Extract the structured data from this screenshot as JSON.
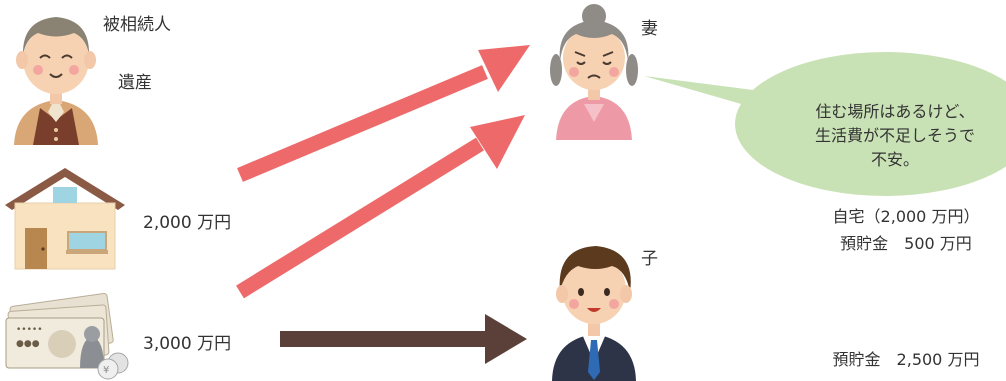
{
  "deceased": {
    "label": "被相続人",
    "estate_label": "遺産"
  },
  "assets": {
    "house_value": "2,000 万円",
    "cash_value": "3,000 万円"
  },
  "wife": {
    "label": "妻",
    "speech": [
      "住む場所はあるけど、",
      "生活費が不足しそうで",
      "不安。"
    ],
    "inherit_line1": "自宅（2,000 万円）",
    "inherit_line2": "預貯金　500 万円"
  },
  "child": {
    "label": "子",
    "inherit_line1": "預貯金　2,500 万円"
  },
  "colors": {
    "arrow_to_wife": "#ee6a6a",
    "arrow_to_child": "#5a4038",
    "bubble": "#c9e2b5"
  },
  "icons": [
    "grandpa-icon",
    "house-icon",
    "money-icon",
    "grandma-icon",
    "son-icon"
  ]
}
